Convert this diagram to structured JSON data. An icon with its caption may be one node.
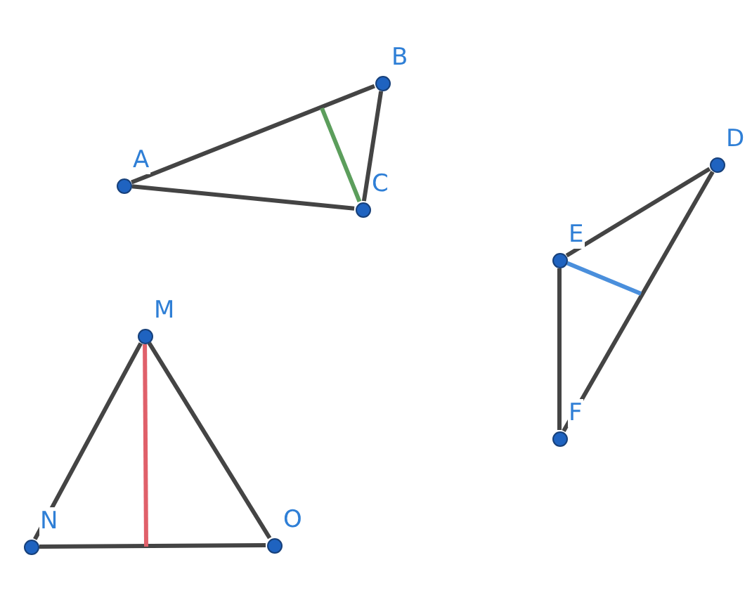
{
  "diagram": {
    "nodes": [
      {
        "text": [
          "A"
        ]
      },
      {
        "text": [
          "B"
        ]
      },
      {
        "text": [
          "C"
        ]
      },
      {
        "text": [
          "D"
        ]
      },
      {
        "text": [
          "E"
        ]
      },
      {
        "text": [
          "F"
        ]
      },
      {
        "text": [
          "M"
        ]
      },
      {
        "text": [
          "N"
        ]
      },
      {
        "text": [
          "O"
        ]
      }
    ],
    "edges": [
      {
        "from": 0,
        "to": 1,
        "arrow": "none"
      },
      {
        "from": 1,
        "to": 2,
        "arrow": "none"
      },
      {
        "from": 2,
        "to": 0,
        "arrow": "none"
      },
      {
        "from": 2,
        "to": null,
        "arrow": "none",
        "color": "#5c9e5c"
      },
      {
        "from": 3,
        "to": 4,
        "arrow": "none"
      },
      {
        "from": 4,
        "to": 5,
        "arrow": "none"
      },
      {
        "from": 5,
        "to": 3,
        "arrow": "none"
      },
      {
        "from": 4,
        "to": null,
        "arrow": "none",
        "color": "#4a8fdc"
      },
      {
        "from": 6,
        "to": 7,
        "arrow": "none"
      },
      {
        "from": 7,
        "to": 8,
        "arrow": "none"
      },
      {
        "from": 8,
        "to": 6,
        "arrow": "none"
      },
      {
        "from": 6,
        "to": null,
        "arrow": "none",
        "color": "#e0606a"
      }
    ]
  }
}
